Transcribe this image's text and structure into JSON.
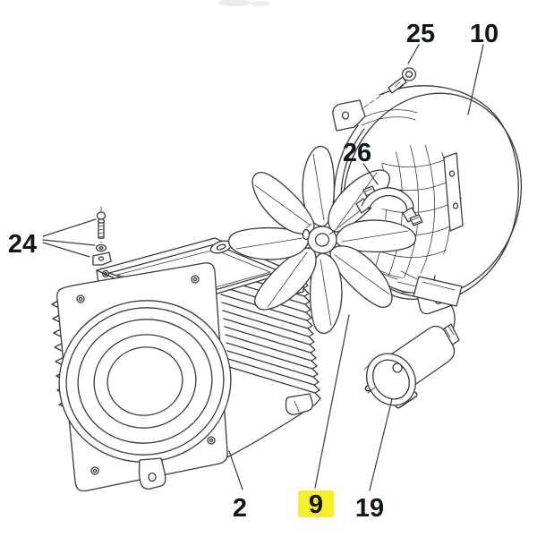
{
  "figure": {
    "type": "exploded-parts-diagram",
    "subject": "electric motor assembly",
    "background": "#ffffff",
    "line_color": "#3a3a3a",
    "label_color": "#12151a",
    "highlight_color": "#f7ec2e",
    "callouts": {
      "c24": {
        "ref": "24",
        "part": "screw-washer-bracket-set",
        "highlighted": false
      },
      "c25": {
        "ref": "25",
        "part": "cover-screw",
        "highlighted": false
      },
      "c10": {
        "ref": "10",
        "part": "fan-cover",
        "highlighted": false
      },
      "c26": {
        "ref": "26",
        "part": "cable-clamp",
        "highlighted": false
      },
      "c2": {
        "ref": "2",
        "part": "motor-body",
        "highlighted": false
      },
      "c9": {
        "ref": "9",
        "part": "fan-impeller",
        "highlighted": true
      },
      "c19": {
        "ref": "19",
        "part": "power-plug-with-cable",
        "highlighted": false
      }
    }
  }
}
